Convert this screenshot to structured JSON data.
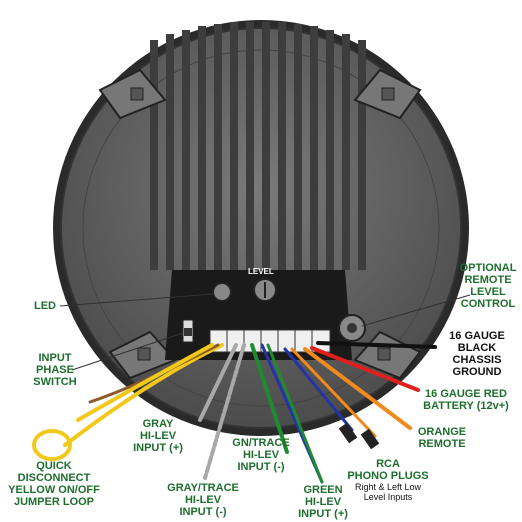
{
  "diagram": {
    "top_label": "LEVEL",
    "labels": {
      "optional_remote": "OPTIONAL\nREMOTE\nLEVEL\nCONTROL",
      "led": "LED",
      "input_phase": "INPUT\nPHASE\nSWITCH",
      "ground": "16 GAUGE\nBLACK CHASSIS\nGROUND",
      "battery": "16 GAUGE RED\nBATTERY (12v+)",
      "orange_remote": "ORANGE\nREMOTE",
      "rca_title": "RCA\nPHONO PLUGS",
      "rca_sub": "Right & Left Low\nLevel Inputs",
      "gray_hi": "GRAY\nHI-LEV\nINPUT (+)",
      "gray_trace": "GRAY/TRACE\nHI-LEV\nINPUT (-)",
      "gn_trace": "GN/TRACE\nHI-LEV\nINPUT (-)",
      "green_hi": "GREEN\nHI-LEV\nINPUT (+)",
      "quick_disconnect": "QUICK\nDISCONNECT\nYELLOW ON/OFF\nJUMPER LOOP"
    },
    "colors": {
      "label_green": "#1e6e2e",
      "housing": "#5f5f5f",
      "wire_red": "#e0201c",
      "wire_orange": "#f08a1c",
      "wire_yellow": "#f2c81a",
      "wire_green": "#1f8a2f",
      "wire_blue": "#2433a8",
      "wire_gray": "#a8a8a8"
    }
  }
}
